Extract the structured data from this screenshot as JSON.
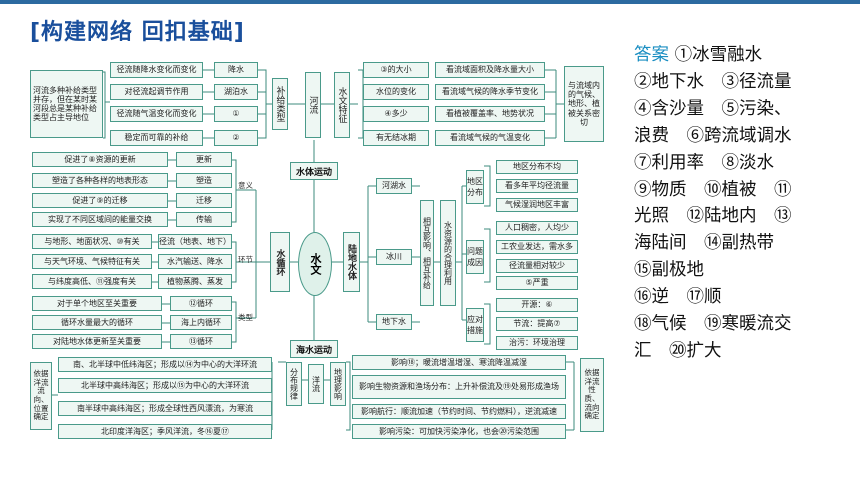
{
  "title": "[构建网络 回扣基础]",
  "center": "水文",
  "hubs": {
    "water_movement": "水体运动",
    "sea_water_movement": "海水运动",
    "land_water": "陆地水体",
    "water_cycle": "水循环",
    "river": "河流",
    "hydro": "水文特征",
    "supply": "补给类型"
  },
  "left_top": [
    {
      "text": "河流多种补给类型并存，但在某时某河段总是某种补给类型占主导地位"
    },
    {
      "text": "径流随降水变化而变化"
    },
    {
      "text": "对径流起调节作用"
    },
    {
      "text": "径流随气温变化而变化"
    },
    {
      "text": "稳定而可靠的补给"
    },
    {
      "text": "降水"
    },
    {
      "text": "湖泊水"
    },
    {
      "text": "①"
    },
    {
      "text": "②"
    }
  ],
  "hydro_features": [
    {
      "text": "③的大小",
      "detail": "看流域面积及降水量大小"
    },
    {
      "text": "水位的变化",
      "detail": "看流域气候的降水季节变化"
    },
    {
      "text": "④多少",
      "detail": "看植被覆盖率、地势状况"
    },
    {
      "text": "有无结冰期",
      "detail": "看流域气候的气温变化"
    }
  ],
  "hydro_note": "与流域内的气候、地形、植被关系密切",
  "meaning": {
    "label": "意义",
    "items": [
      {
        "text": "促进了⑧资源的更新",
        "tag": "更新"
      },
      {
        "text": "塑造了各种各样的地表形态",
        "tag": "塑造"
      },
      {
        "text": "促进了⑨的迁移",
        "tag": "迁移"
      },
      {
        "text": "实现了不同区域间的能量交换",
        "tag": "传输"
      }
    ]
  },
  "links": {
    "label": "环节",
    "items": [
      {
        "text": "与地形、地面状况、⑩有关",
        "tag": "径流（地表、地下）"
      },
      {
        "text": "与天气环境、气候特征有关",
        "tag": "水汽输送、降水"
      },
      {
        "text": "与纬度高低、⑪强度有关",
        "tag": "植物蒸腾、蒸发"
      }
    ]
  },
  "types": {
    "label": "类型",
    "items": [
      {
        "text": "对于单个地区至关重要",
        "tag": "⑫循环"
      },
      {
        "text": "循环水量最大的循环",
        "tag": "海上内循环"
      },
      {
        "text": "对陆地水体更新至关重要",
        "tag": "⑬循环"
      }
    ]
  },
  "land_water_items": [
    "河湖水",
    "冰川",
    "地下水"
  ],
  "mutual": "相互影响、相互补给",
  "rational": "水资源的合理利用",
  "distribution": {
    "label": "地区分布",
    "items": [
      "地区分布不均",
      "看多年平均径流量",
      "气候湿润地区丰富"
    ]
  },
  "causes": {
    "label": "问题成因",
    "items": [
      "人口稠密，人均少",
      "工农业发达，需水多",
      "径流量相对较少",
      "⑤严重"
    ]
  },
  "measures": {
    "label": "应对措施",
    "items": [
      "开源：⑥",
      "节流：提高⑦",
      "治污：环境治理"
    ]
  },
  "currents": {
    "left_label": "依据洋流流向、位置确定",
    "distribution_label": "分布规律",
    "ocean_label": "洋流",
    "geo_label": "地理影响",
    "right_label": "依据洋流性质、流向确定",
    "rules": [
      "南、北半球中低纬海区；形成以⑭为中心的大洋环流",
      "北半球中高纬海区；形成以⑮为中心的大洋环流",
      "南半球中高纬海区；形成全球性西风漂流，为寒流",
      "北印度洋海区；季风洋流，冬⑯夏⑰"
    ],
    "effects": [
      "影响⑱；暖流增温增湿、寒流降温减湿",
      "影响生物资源和渔场分布：上升补偿流及⑲处易形成渔场",
      "影响航行：顺流加速（节约时间、节约燃料），逆流减速",
      "影响污染：可加快污染净化，也会⑳污染范围"
    ]
  },
  "answers": {
    "label": "答案",
    "lines": [
      "①冰雪融水",
      "②地下水　③径流量",
      "④含沙量　⑤污染、",
      "浪费　⑥跨流域调水",
      "⑦利用率　⑧淡水",
      "⑨物质　⑩植被　⑪",
      "光照　⑫陆地内　⑬",
      "海陆间　⑭副热带",
      "⑮副极地",
      "⑯逆　⑰顺",
      "⑱气候　⑲寒暖流交",
      "汇　⑳扩大"
    ]
  }
}
